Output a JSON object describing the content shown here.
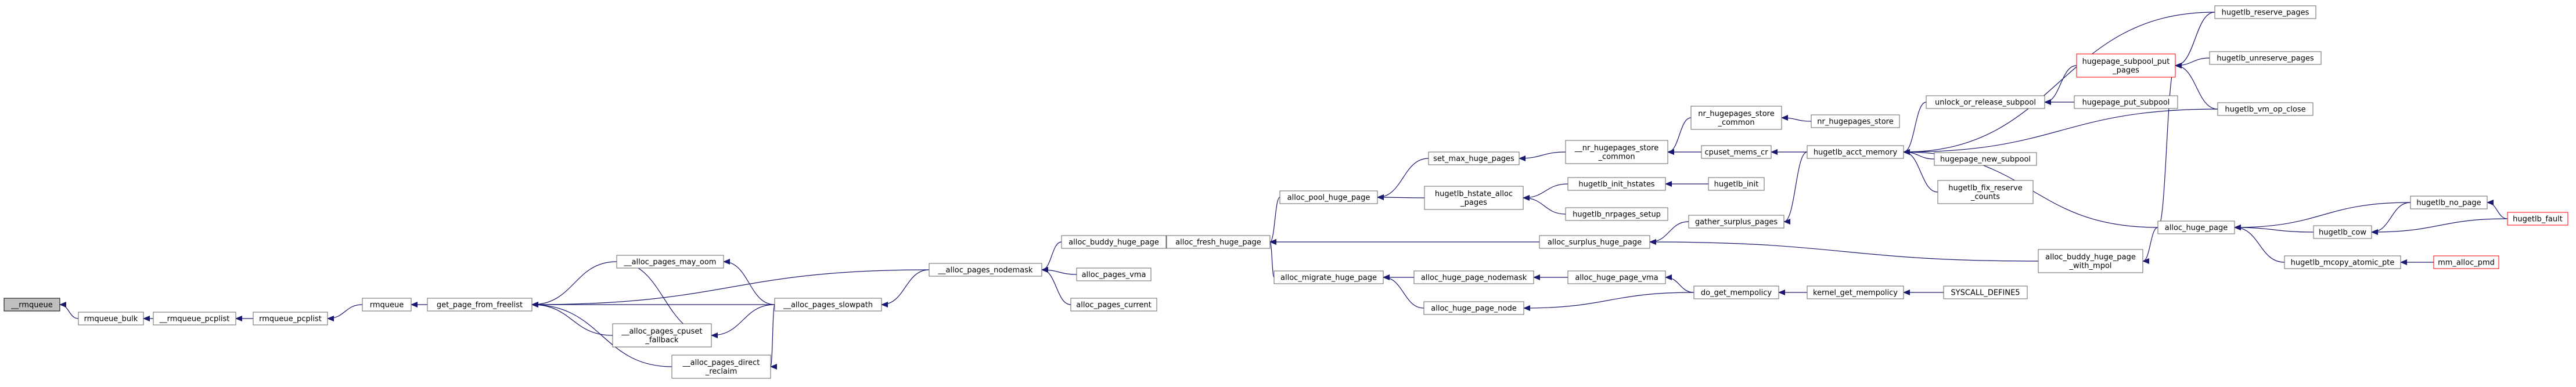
{
  "colors": {
    "edge": "#191970",
    "node_border": "#666666",
    "node_fill": "#ffffff",
    "root_fill": "#bfbfbf",
    "root_border": "#000000",
    "boundary_border": "#ff0000"
  },
  "nodes": [
    {
      "id": "rmqueue_root",
      "lines": [
        "__rmqueue"
      ],
      "root": true
    },
    {
      "id": "rmqueue_bulk",
      "lines": [
        "rmqueue_bulk"
      ]
    },
    {
      "id": "rmqueue_pcplist_i",
      "lines": [
        "__rmqueue_pcplist"
      ]
    },
    {
      "id": "rmqueue_pcplist",
      "lines": [
        "rmqueue_pcplist"
      ]
    },
    {
      "id": "rmqueue",
      "lines": [
        "rmqueue"
      ]
    },
    {
      "id": "get_page_from_freelist",
      "lines": [
        "get_page_from_freelist"
      ]
    },
    {
      "id": "alloc_pages_may_oom",
      "lines": [
        "__alloc_pages_may_oom"
      ]
    },
    {
      "id": "alloc_pages_cpuset_fallback",
      "lines": [
        "__alloc_pages_cpuset",
        "_fallback"
      ]
    },
    {
      "id": "alloc_pages_direct_reclaim",
      "lines": [
        "__alloc_pages_direct",
        "_reclaim"
      ]
    },
    {
      "id": "alloc_pages_slowpath",
      "lines": [
        "__alloc_pages_slowpath"
      ]
    },
    {
      "id": "alloc_pages_nodemask_i",
      "lines": [
        "__alloc_pages_nodemask"
      ]
    },
    {
      "id": "alloc_buddy_huge_page",
      "lines": [
        "alloc_buddy_huge_page"
      ]
    },
    {
      "id": "alloc_pages_vma",
      "lines": [
        "alloc_pages_vma"
      ]
    },
    {
      "id": "alloc_pages_current",
      "lines": [
        "alloc_pages_current"
      ]
    },
    {
      "id": "alloc_fresh_huge_page",
      "lines": [
        "alloc_fresh_huge_page"
      ]
    },
    {
      "id": "alloc_pool_huge_page",
      "lines": [
        "alloc_pool_huge_page"
      ]
    },
    {
      "id": "alloc_migrate_huge_page",
      "lines": [
        "alloc_migrate_huge_page"
      ]
    },
    {
      "id": "alloc_surplus_huge_page",
      "lines": [
        "alloc_surplus_huge_page"
      ]
    },
    {
      "id": "set_max_huge_pages",
      "lines": [
        "set_max_huge_pages"
      ]
    },
    {
      "id": "hugetlb_hstate_alloc_pages",
      "lines": [
        "hugetlb_hstate_alloc",
        "_pages"
      ]
    },
    {
      "id": "alloc_huge_page_nodemask",
      "lines": [
        "alloc_huge_page_nodemask"
      ]
    },
    {
      "id": "alloc_huge_page_node",
      "lines": [
        "alloc_huge_page_node"
      ]
    },
    {
      "id": "nr_hugepages_store_common_i",
      "lines": [
        "__nr_hugepages_store",
        "_common"
      ]
    },
    {
      "id": "hugetlb_init_hstates",
      "lines": [
        "hugetlb_init_hstates"
      ]
    },
    {
      "id": "hugetlb_nrpages_setup",
      "lines": [
        "hugetlb_nrpages_setup"
      ]
    },
    {
      "id": "alloc_huge_page_vma",
      "lines": [
        "alloc_huge_page_vma"
      ]
    },
    {
      "id": "gather_surplus_pages",
      "lines": [
        "gather_surplus_pages"
      ]
    },
    {
      "id": "nr_hugepages_store_common",
      "lines": [
        "nr_hugepages_store",
        "_common"
      ]
    },
    {
      "id": "cpuset_mems_cr",
      "lines": [
        "cpuset_mems_cr"
      ]
    },
    {
      "id": "hugetlb_init",
      "lines": [
        "hugetlb_init"
      ]
    },
    {
      "id": "do_get_mempolicy",
      "lines": [
        "do_get_mempolicy"
      ]
    },
    {
      "id": "nr_hugepages_store",
      "lines": [
        "nr_hugepages_store"
      ]
    },
    {
      "id": "hugetlb_acct_memory",
      "lines": [
        "hugetlb_acct_memory"
      ]
    },
    {
      "id": "kernel_get_mempolicy",
      "lines": [
        "kernel_get_mempolicy"
      ]
    },
    {
      "id": "alloc_buddy_huge_page_with_mpol",
      "lines": [
        "alloc_buddy_huge_page",
        "_with_mpol"
      ]
    },
    {
      "id": "unlock_or_release_subpool",
      "lines": [
        "unlock_or_release_subpool"
      ]
    },
    {
      "id": "hugepage_new_subpool",
      "lines": [
        "hugepage_new_subpool"
      ]
    },
    {
      "id": "hugetlb_fix_reserve_counts",
      "lines": [
        "hugetlb_fix_reserve",
        "_counts"
      ]
    },
    {
      "id": "syscall_define5",
      "lines": [
        "SYSCALL_DEFINE5"
      ]
    },
    {
      "id": "hugepage_subpool_put_pages",
      "lines": [
        "hugepage_subpool_put",
        "_pages"
      ],
      "boundary": true
    },
    {
      "id": "hugepage_put_subpool",
      "lines": [
        "hugepage_put_subpool"
      ]
    },
    {
      "id": "alloc_huge_page",
      "lines": [
        "alloc_huge_page"
      ]
    },
    {
      "id": "hugetlb_reserve_pages",
      "lines": [
        "hugetlb_reserve_pages"
      ]
    },
    {
      "id": "hugetlb_unreserve_pages",
      "lines": [
        "hugetlb_unreserve_pages"
      ]
    },
    {
      "id": "hugetlb_vm_op_close",
      "lines": [
        "hugetlb_vm_op_close"
      ]
    },
    {
      "id": "hugetlb_cow",
      "lines": [
        "hugetlb_cow"
      ]
    },
    {
      "id": "hugetlb_mcopy_atomic_pte",
      "lines": [
        "hugetlb_mcopy_atomic_pte"
      ]
    },
    {
      "id": "hugetlb_no_page",
      "lines": [
        "hugetlb_no_page"
      ]
    },
    {
      "id": "mm_alloc_pmd",
      "lines": [
        "mm_alloc_pmd"
      ],
      "boundary": true
    },
    {
      "id": "hugetlb_fault",
      "lines": [
        "hugetlb_fault"
      ],
      "boundary": true
    }
  ],
  "edges": [
    [
      "rmqueue_bulk",
      "rmqueue_root"
    ],
    [
      "rmqueue_pcplist_i",
      "rmqueue_bulk"
    ],
    [
      "rmqueue_pcplist",
      "rmqueue_pcplist_i"
    ],
    [
      "rmqueue",
      "rmqueue_pcplist"
    ],
    [
      "get_page_from_freelist",
      "rmqueue"
    ],
    [
      "alloc_pages_may_oom",
      "get_page_from_freelist"
    ],
    [
      "alloc_pages_cpuset_fallback",
      "get_page_from_freelist"
    ],
    [
      "alloc_pages_direct_reclaim",
      "get_page_from_freelist"
    ],
    [
      "alloc_pages_slowpath",
      "get_page_from_freelist"
    ],
    [
      "alloc_pages_nodemask_i",
      "get_page_from_freelist"
    ],
    [
      "alloc_pages_slowpath",
      "alloc_pages_may_oom"
    ],
    [
      "alloc_pages_may_oom",
      "alloc_pages_cpuset_fallback"
    ],
    [
      "alloc_pages_slowpath",
      "alloc_pages_cpuset_fallback"
    ],
    [
      "alloc_pages_slowpath",
      "alloc_pages_direct_reclaim"
    ],
    [
      "alloc_pages_nodemask_i",
      "alloc_pages_slowpath"
    ],
    [
      "alloc_buddy_huge_page",
      "alloc_pages_nodemask_i"
    ],
    [
      "alloc_pages_vma",
      "alloc_pages_nodemask_i"
    ],
    [
      "alloc_pages_current",
      "alloc_pages_nodemask_i"
    ],
    [
      "alloc_fresh_huge_page",
      "alloc_buddy_huge_page"
    ],
    [
      "alloc_pool_huge_page",
      "alloc_fresh_huge_page"
    ],
    [
      "alloc_migrate_huge_page",
      "alloc_fresh_huge_page"
    ],
    [
      "alloc_surplus_huge_page",
      "alloc_fresh_huge_page"
    ],
    [
      "set_max_huge_pages",
      "alloc_pool_huge_page"
    ],
    [
      "hugetlb_hstate_alloc_pages",
      "alloc_pool_huge_page"
    ],
    [
      "alloc_huge_page_nodemask",
      "alloc_migrate_huge_page"
    ],
    [
      "alloc_huge_page_node",
      "alloc_migrate_huge_page"
    ],
    [
      "nr_hugepages_store_common_i",
      "set_max_huge_pages"
    ],
    [
      "hugetlb_init_hstates",
      "hugetlb_hstate_alloc_pages"
    ],
    [
      "hugetlb_nrpages_setup",
      "hugetlb_hstate_alloc_pages"
    ],
    [
      "alloc_huge_page_vma",
      "alloc_huge_page_nodemask"
    ],
    [
      "gather_surplus_pages",
      "alloc_surplus_huge_page"
    ],
    [
      "alloc_buddy_huge_page_with_mpol",
      "alloc_surplus_huge_page"
    ],
    [
      "nr_hugepages_store_common",
      "nr_hugepages_store_common_i"
    ],
    [
      "cpuset_mems_cr",
      "nr_hugepages_store_common_i"
    ],
    [
      "hugetlb_init",
      "hugetlb_init_hstates"
    ],
    [
      "do_get_mempolicy",
      "alloc_huge_page_vma"
    ],
    [
      "do_get_mempolicy",
      "alloc_huge_page_node"
    ],
    [
      "hugetlb_acct_memory",
      "gather_surplus_pages"
    ],
    [
      "nr_hugepages_store",
      "nr_hugepages_store_common"
    ],
    [
      "hugetlb_acct_memory",
      "cpuset_mems_cr"
    ],
    [
      "kernel_get_mempolicy",
      "do_get_mempolicy"
    ],
    [
      "syscall_define5",
      "kernel_get_mempolicy"
    ],
    [
      "unlock_or_release_subpool",
      "hugetlb_acct_memory"
    ],
    [
      "hugepage_new_subpool",
      "hugetlb_acct_memory"
    ],
    [
      "hugetlb_fix_reserve_counts",
      "hugetlb_acct_memory"
    ],
    [
      "hugetlb_reserve_pages",
      "hugetlb_acct_memory"
    ],
    [
      "hugetlb_vm_op_close",
      "hugetlb_acct_memory"
    ],
    [
      "alloc_huge_page",
      "hugetlb_acct_memory"
    ],
    [
      "hugepage_subpool_put_pages",
      "unlock_or_release_subpool"
    ],
    [
      "hugepage_put_subpool",
      "unlock_or_release_subpool"
    ],
    [
      "hugetlb_reserve_pages",
      "hugepage_subpool_put_pages"
    ],
    [
      "hugetlb_unreserve_pages",
      "hugepage_subpool_put_pages"
    ],
    [
      "hugetlb_vm_op_close",
      "hugepage_subpool_put_pages"
    ],
    [
      "alloc_huge_page",
      "hugepage_subpool_put_pages"
    ],
    [
      "alloc_huge_page",
      "alloc_buddy_huge_page_with_mpol"
    ],
    [
      "hugetlb_cow",
      "alloc_huge_page"
    ],
    [
      "hugetlb_mcopy_atomic_pte",
      "alloc_huge_page"
    ],
    [
      "hugetlb_no_page",
      "alloc_huge_page"
    ],
    [
      "hugetlb_no_page",
      "hugetlb_cow"
    ],
    [
      "mm_alloc_pmd",
      "hugetlb_mcopy_atomic_pte"
    ],
    [
      "hugetlb_fault",
      "hugetlb_no_page"
    ],
    [
      "hugetlb_fault",
      "hugetlb_cow"
    ]
  ]
}
